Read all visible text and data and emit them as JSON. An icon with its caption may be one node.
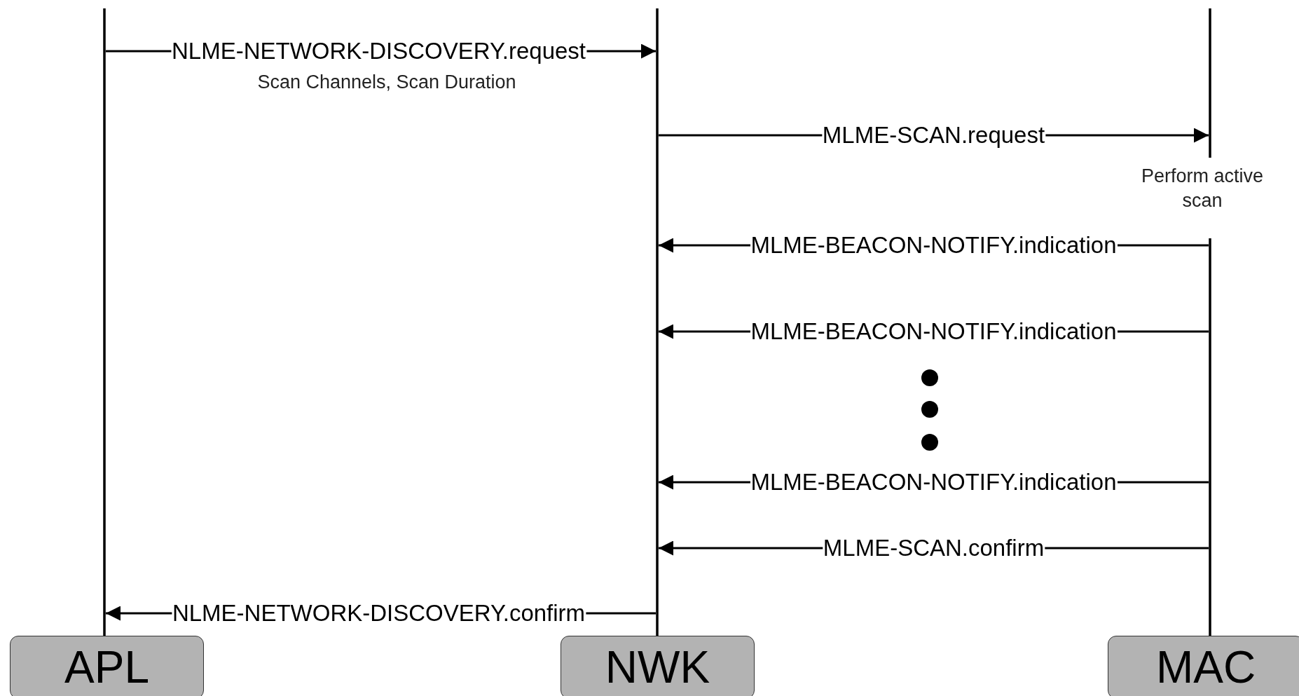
{
  "diagram": {
    "nodes": [
      {
        "text": [
          "APL"
        ]
      },
      {
        "text": [
          "NWK"
        ]
      },
      {
        "text": [
          "MAC"
        ]
      }
    ],
    "edges": [
      {
        "from": 0,
        "to": 1,
        "arrow": "to",
        "label": "NLME-NETWORK-DISCOVERY.request"
      },
      {
        "from": 1,
        "to": 2,
        "arrow": "to",
        "label": "MLME-SCAN.request"
      },
      {
        "from": 2,
        "to": 1,
        "arrow": "to",
        "label": "MLME-BEACON-NOTIFY.indication"
      },
      {
        "from": 2,
        "to": 1,
        "arrow": "to",
        "label": "MLME-BEACON-NOTIFY.indication"
      },
      {
        "from": 2,
        "to": 1,
        "arrow": "to",
        "label": "MLME-BEACON-NOTIFY.indication"
      },
      {
        "from": 2,
        "to": 1,
        "arrow": "to",
        "label": "MLME-SCAN.confirm"
      },
      {
        "from": 1,
        "to": 0,
        "arrow": "to",
        "label": "NLME-NETWORK-DISCOVERY.confirm"
      }
    ],
    "labels": [
      "Scan Channels, Scan Duration",
      "Perform active scan"
    ]
  }
}
